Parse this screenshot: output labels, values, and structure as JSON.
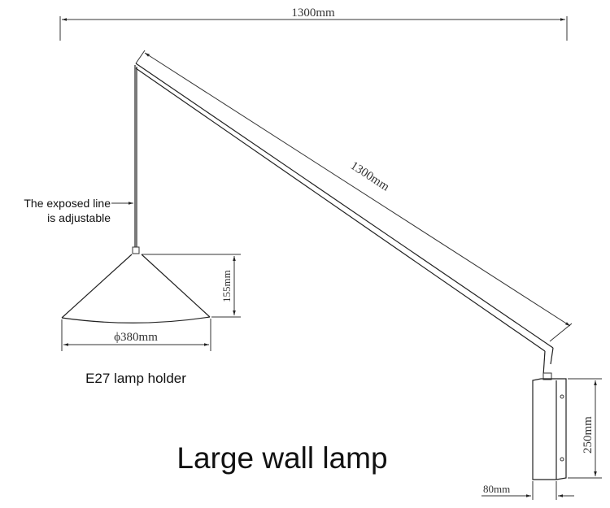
{
  "title": "Large wall lamp",
  "annotations": {
    "exposed_line_1": "The exposed line",
    "exposed_line_2": "is adjustable",
    "lamp_holder": "E27 lamp holder"
  },
  "dimensions": {
    "overall_width": "1300mm",
    "arm_length": "1300mm",
    "shade_height": "155mm",
    "shade_diameter": "ϕ380mm",
    "base_height": "250mm",
    "base_width": "80mm"
  },
  "colors": {
    "line": "#333333",
    "text": "#111111",
    "background": "#ffffff"
  }
}
